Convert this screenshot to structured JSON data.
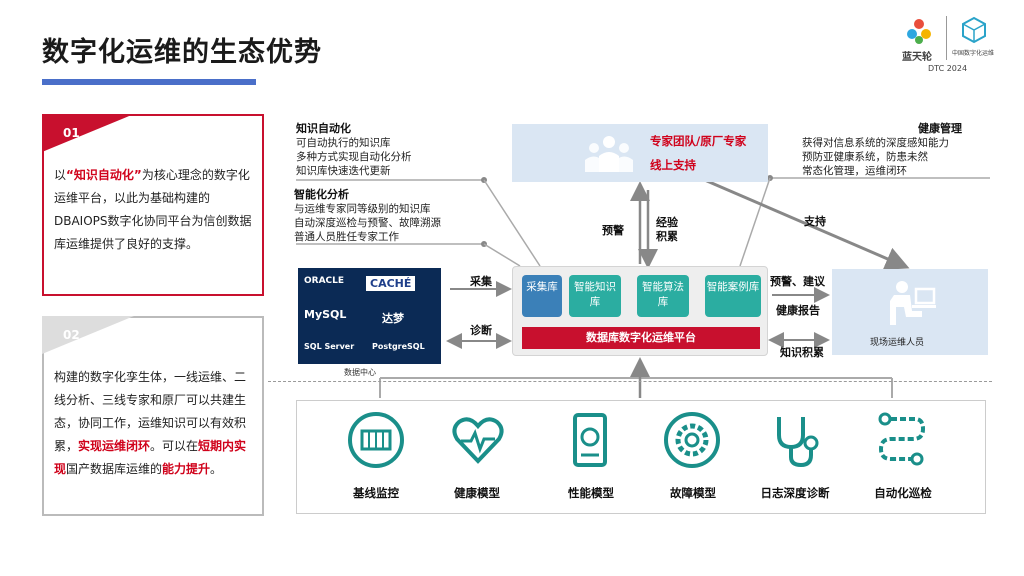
{
  "title": "数字化运维的生态优势",
  "logo": {
    "left_text": "蓝天轮",
    "right_text": "中国数字化运维",
    "bottom_text": "DTC 2024"
  },
  "card1": {
    "num": "01",
    "p1": "以",
    "q_open": "“",
    "highlight": "知识自动化",
    "q_close": "”",
    "p2": "为核心理念的数字化运维平台，以此为基础构建的DBAIOPS数字化协同平台为信创数据库运维提供了良好的支撑。"
  },
  "card2": {
    "num": "02",
    "p1": "构建的数字化孪生体，一线运维、二线分析、三线专家和原厂可以共建生态，协同工作，运维知识可以有效积累，",
    "h1": "实现运维闭环",
    "p2": "。可以在",
    "h2": "短期内实现",
    "p3": "国产数据库运维的",
    "h3": "能力提升",
    "p4": "。"
  },
  "knowledge": {
    "title": "知识自动化",
    "lines": [
      "可自动执行的知识库",
      "多种方式实现自动化分析",
      "知识库快速迭代更新"
    ]
  },
  "intelligent": {
    "title": "智能化分析",
    "lines": [
      "与运维专家同等级别的知识库",
      "自动深度巡检与预警、故障溯源",
      "普通人员胜任专家工作"
    ]
  },
  "health": {
    "title": "健康管理",
    "lines": [
      "获得对信息系统的深度感知能力",
      "预防亚健康系统，防患未然",
      "常态化管理，运维闭环"
    ]
  },
  "expert": {
    "line1": "专家团队/原厂专家",
    "line2": "线上支持"
  },
  "arrows": {
    "warn": "预警",
    "exp1": "经验",
    "exp2": "积累",
    "support": "支持",
    "collect": "采集",
    "diagnose": "诊断",
    "warn_suggest": "预警、建议",
    "health_report": "健康报告",
    "knowledge_acc": "知识积累"
  },
  "platform": {
    "modules": [
      "采集库",
      "智能知识库",
      "智能算法库",
      "智能案例库"
    ],
    "bar": "数据库数字化运维平台"
  },
  "onsite": {
    "label": "现场运维人员"
  },
  "datacenter": {
    "logos": [
      "ORACLE",
      "CACHÉ",
      "MySQL",
      "达梦",
      "SQL Server",
      "PostgreSQL"
    ],
    "label": "数据中心"
  },
  "bottom": {
    "items": [
      "基线监控",
      "健康模型",
      "性能模型",
      "故障模型",
      "日志深度诊断",
      "自动化巡检"
    ]
  },
  "colors": {
    "accent_red": "#c8102e",
    "teal": "#2bada1",
    "blue": "#4a6fc9"
  }
}
